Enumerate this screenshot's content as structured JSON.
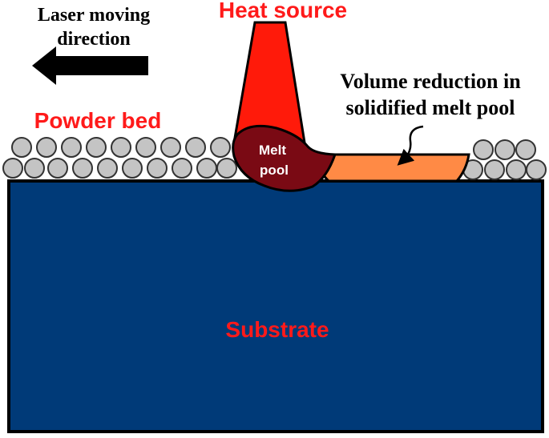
{
  "labels": {
    "laser_direction_line1": "Laser moving",
    "laser_direction_line2": "direction",
    "heat_source": "Heat source",
    "powder_bed": "Powder bed",
    "volume_reduction_line1": "Volume reduction in",
    "volume_reduction_line2": "solidified  melt pool",
    "melt_pool_line1": "Melt",
    "melt_pool_line2": "pool",
    "substrate": "Substrate"
  },
  "colors": {
    "substrate": "#003a78",
    "heat_source": "#ff1a0a",
    "melt_pool": "#7a0a14",
    "solidified_pool": "#ff8a45",
    "powder": "#c4c4c4",
    "label_red": "#ff1a1a",
    "label_black": "#000000",
    "outline": "#000000"
  },
  "icons": {
    "direction_arrow": "arrow-left-icon",
    "pointer_arrow": "curved-arrow-down-icon"
  }
}
